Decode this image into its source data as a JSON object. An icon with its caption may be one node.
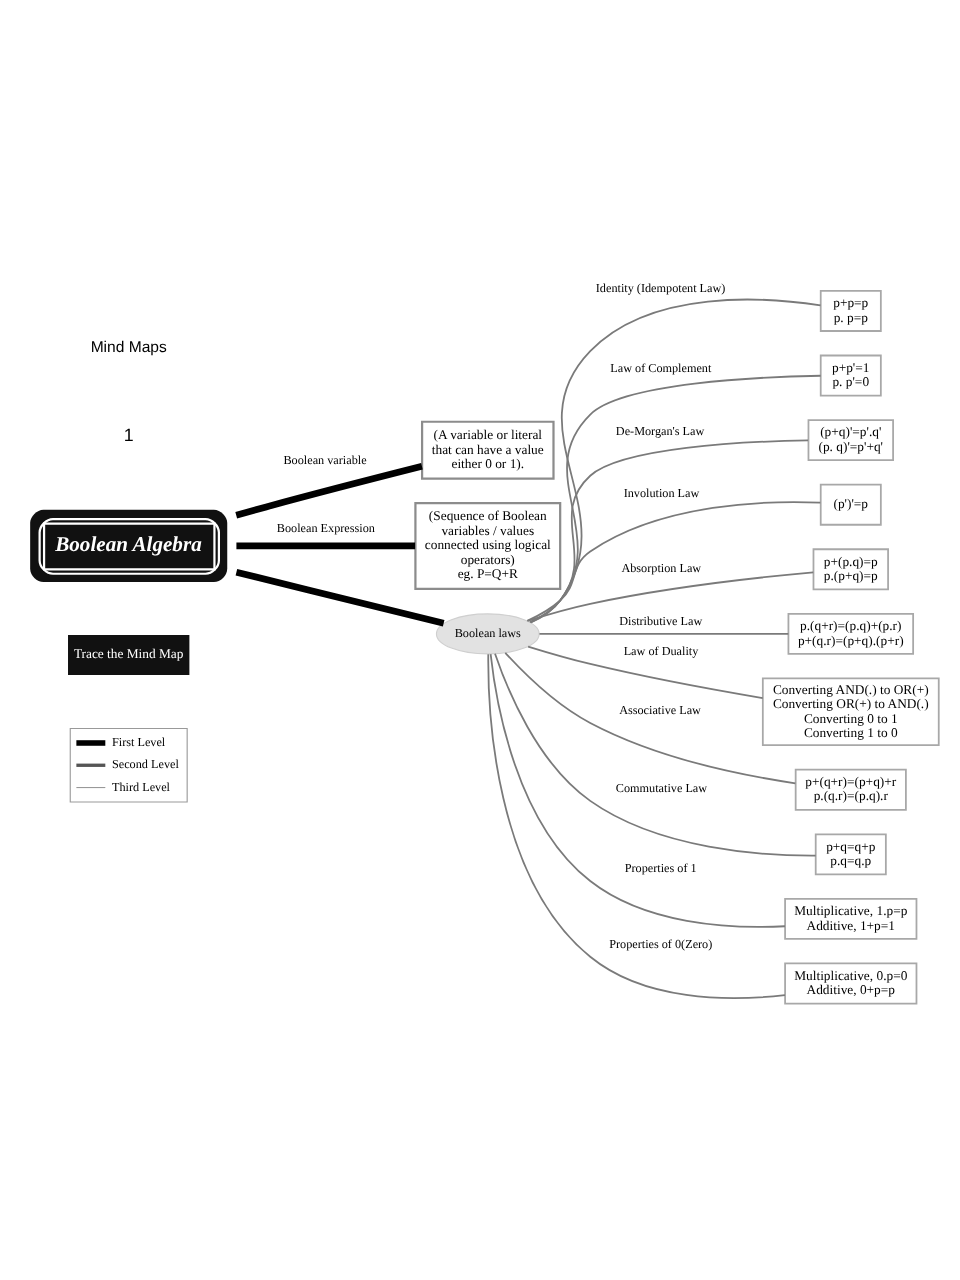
{
  "diagram": {
    "nodes": [
      {
        "text": [
          "Boolean Algebra"
        ]
      },
      {
        "text": [
          "(A variable or literal that can have a value either 0 or 1)."
        ]
      },
      {
        "text": [
          "(Sequence of Boolean variables / values connected using logical operators)",
          "eg. P=Q+R"
        ]
      },
      {
        "text": [
          "Boolean laws"
        ]
      },
      {
        "text": [
          "p+p=p",
          "p. p=p"
        ]
      },
      {
        "text": [
          "p+p'=1",
          "p. p'=0"
        ]
      },
      {
        "text": [
          "(p+q)'=p'.q'",
          "(p. q)'=p'+q'"
        ]
      },
      {
        "text": [
          "(p')'=p"
        ]
      },
      {
        "text": [
          "p+(p.q)=p",
          "p.(p+q)=p"
        ]
      },
      {
        "text": [
          "p.(q+r)=(p.q)+(p.r)",
          "p+(q.r)=(p+q).(p+r)"
        ]
      },
      {
        "text": [
          "Converting AND(.) to OR(+)",
          "Converting OR(+) to AND(.)",
          "Converting 0 to 1",
          "Converting 1 to 0"
        ]
      },
      {
        "text": [
          "p+(q+r)=(p+q)+r",
          "p.(q.r)=(p.q).r"
        ]
      },
      {
        "text": [
          "p+q=q+p",
          "p.q=q.p"
        ]
      },
      {
        "text": [
          "Multiplicative, 1.p=p",
          "Additive, 1+p=1"
        ]
      },
      {
        "text": [
          "Multiplicative, 0.p=0",
          "Additive, 0+p=p"
        ]
      }
    ],
    "edges": [
      {
        "from": 0,
        "to": 1,
        "arrow": "none",
        "label": "Boolean variable",
        "style": "thick",
        "color": "#000000"
      },
      {
        "from": 0,
        "to": 2,
        "arrow": "none",
        "label": "Boolean Expression",
        "style": "thick",
        "color": "#000000"
      },
      {
        "from": 0,
        "to": 3,
        "arrow": "none",
        "style": "thick",
        "color": "#000000"
      },
      {
        "from": 3,
        "to": 4,
        "arrow": "none",
        "label": "Identity (Idempotent Law)"
      },
      {
        "from": 3,
        "to": 5,
        "arrow": "none",
        "label": "Law of Complement"
      },
      {
        "from": 3,
        "to": 6,
        "arrow": "none",
        "label": "De-Morgan's Law"
      },
      {
        "from": 3,
        "to": 7,
        "arrow": "none",
        "label": "Involution Law"
      },
      {
        "from": 3,
        "to": 8,
        "arrow": "none",
        "label": "Absorption Law"
      },
      {
        "from": 3,
        "to": 9,
        "arrow": "none",
        "label": "Distributive Law"
      },
      {
        "from": 3,
        "to": 10,
        "arrow": "none",
        "label": "Law of Duality"
      },
      {
        "from": 3,
        "to": 11,
        "arrow": "none",
        "label": "Associative Law"
      },
      {
        "from": 3,
        "to": 12,
        "arrow": "none",
        "label": "Commutative Law"
      },
      {
        "from": 3,
        "to": 13,
        "arrow": "none",
        "label": "Properties of 1"
      },
      {
        "from": 3,
        "to": 14,
        "arrow": "none",
        "label": "Properties of 0(Zero)"
      }
    ],
    "labels": [
      "Mind Maps",
      "1",
      "Trace the Mind Map"
    ],
    "legend": [
      {
        "text": "First Level"
      },
      {
        "text": "Second Level"
      },
      {
        "text": "Third Level"
      }
    ]
  }
}
